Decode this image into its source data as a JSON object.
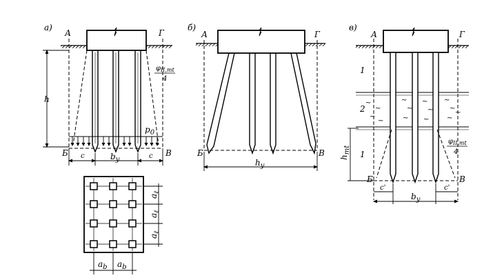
{
  "panels": {
    "a": {
      "label": "а)",
      "points": {
        "A": "А",
        "G": "Г",
        "B": "Б",
        "V": "В"
      },
      "h": "h",
      "phi": "φ",
      "phi_sub": "II,mt",
      "frac_den": "4",
      "p0": "p",
      "p0_sub": "0",
      "c": "c",
      "by": "b",
      "by_sub": "y"
    },
    "b": {
      "label": "б)",
      "points": {
        "A": "А",
        "G": "Г",
        "B": "Б",
        "V": "В"
      },
      "hy": "h",
      "hy_sub": "y"
    },
    "v": {
      "label": "в)",
      "points": {
        "A": "А",
        "G": "Г",
        "B": "Б",
        "V": "В"
      },
      "layer1": "1",
      "layer2": "2",
      "layer3": "1",
      "hmt": "h",
      "hmt_sub": "mt",
      "phi": "φ",
      "phi_sub": "II,mt",
      "frac_den": "4",
      "c_prime": "c'",
      "by": "b",
      "by_sub": "y"
    },
    "plan": {
      "a_l": "a",
      "a_l_sub": "ℓ",
      "a_b": "a",
      "a_b_sub": "b"
    }
  }
}
